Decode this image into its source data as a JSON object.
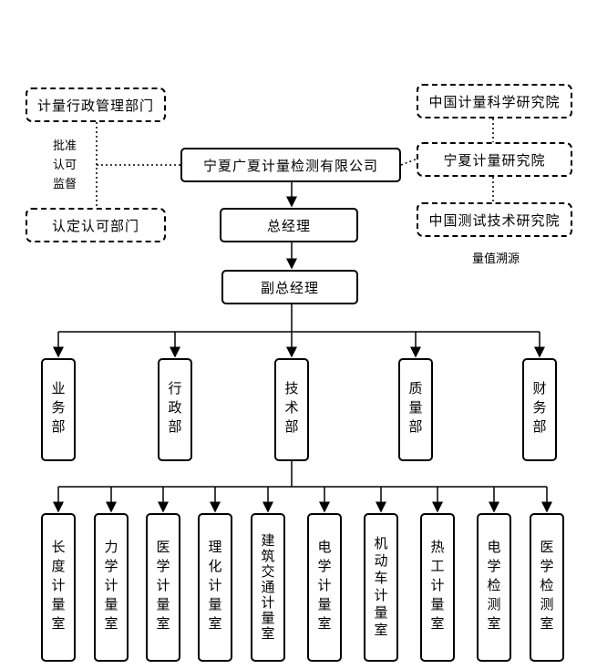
{
  "top": {
    "admin_dept": "计量行政管理部门",
    "approval_note_line1": "批准",
    "approval_note_line2": "认可",
    "approval_note_line3": "监督",
    "accred_dept": "认定认可部门",
    "company": "宁夏广夏计量检测有限公司",
    "trace_inst_1": "中国计量科学研究院",
    "trace_inst_2": "宁夏计量研究院",
    "trace_inst_3": "中国测试技术研究院",
    "trace_note": "量值溯源"
  },
  "management": {
    "general_manager": "总经理",
    "deputy_manager": "副总经理"
  },
  "departments": [
    "业务部",
    "行政部",
    "技术部",
    "质量部",
    "财务部"
  ],
  "labs": [
    "长度计量室",
    "力学计量室",
    "医学计量室",
    "理化计量室",
    "建筑交通计量室",
    "电学计量室",
    "机动车计量室",
    "热工计量室",
    "电学检测室",
    "医学检测室"
  ]
}
